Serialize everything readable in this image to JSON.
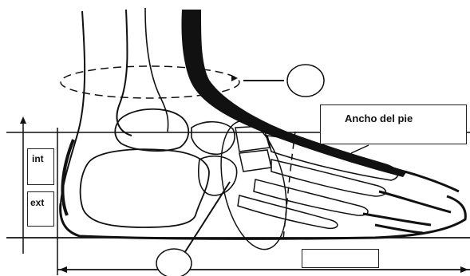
{
  "labels": {
    "foot_width": "Ancho del pie",
    "internal": "int",
    "external": "ext"
  },
  "colors": {
    "ink": "#111111",
    "line": "#222222",
    "background": "#ffffff"
  }
}
